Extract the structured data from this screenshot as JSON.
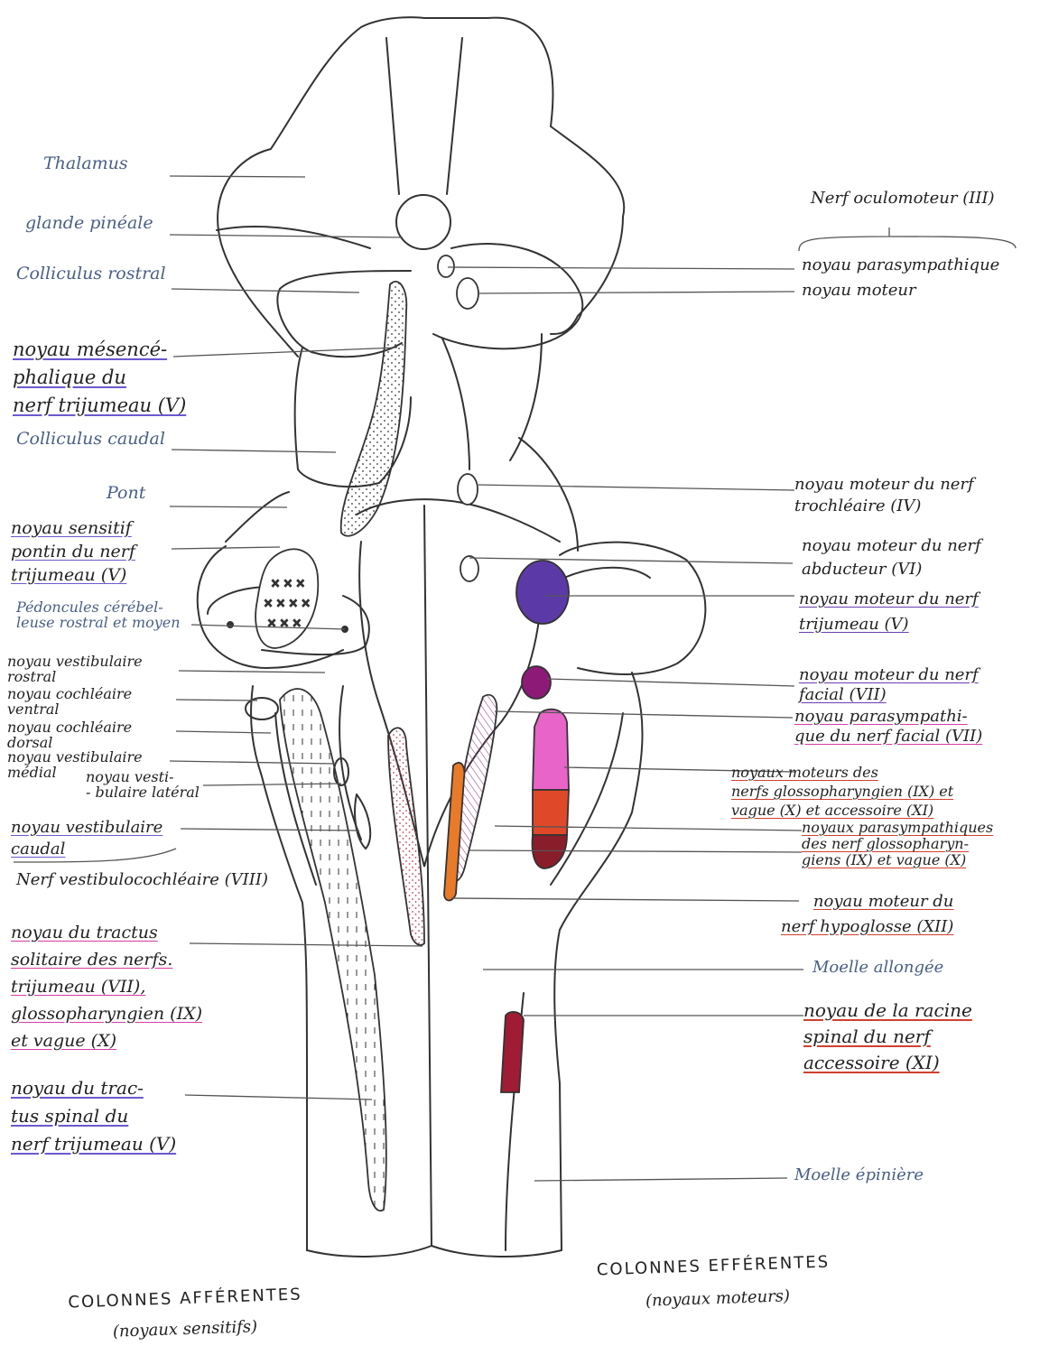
{
  "labels_left": {
    "thalamus": "Thalamus",
    "glande_pineale": "glande pinéale",
    "colliculus_rostral": "Colliculus rostral",
    "mesencephalique": "noyau mésencé-\nphalique du\nnerf trijumeau (V)",
    "colliculus_caudal": "Colliculus caudal",
    "pont": "Pont",
    "sensitif_pontin": "noyau sensitif\npontin du nerf\ntrijumeau (V)",
    "pedoncules": "Pédoncules cérébel-\nleuse rostral et moyen",
    "vestibulaire_rostral": "noyau vestibulaire\nrostral",
    "cochleaire_ventral": "noyau cochléaire\nventral",
    "cochleaire_dorsal": "noyau cochléaire\ndorsal",
    "vestibulaire_medial": "noyau vestibulaire\nmédial",
    "vestibulaire_lateral": "noyau vesti-\n- bulaire latéral",
    "vestibulaire_caudal": "noyau vestibulaire\ncaudal",
    "nerf_vestibulo": "Nerf vestibulocochléaire (VIII)",
    "tractus_solitaire": "noyau du tractus\nsolitaire des nerfs.\ntrijumeau (VII),\nglossopharyngien (IX)\net vague (X)",
    "tractus_spinal": "noyau du trac-\ntus spinal du\nnerf trijumeau (V)"
  },
  "labels_right": {
    "nerf_oculomoteur": "Nerf oculomoteur (III)",
    "parasympathique": "noyau parasympathique",
    "moteur": "noyau moteur",
    "trochleaire": "noyau moteur du nerf\ntrochléaire (IV)",
    "abducteur": "noyau moteur du nerf\nabducteur (VI)",
    "moteur_trijumeau": "noyau moteur du nerf\ntrijumeau (V)",
    "moteur_facial": "noyau moteur du nerf\nfacial (VII)",
    "parasym_facial": "noyau parasympathi-\nque du nerf facial (VII)",
    "moteurs_glosso": "noyaux moteurs des\nnerfs glossopharyngien (IX) et\nvague (X) et accessoire (XI)",
    "parasym_glosso": "noyaux parasympathiques\ndes nerf glossopharyn-\ngiens (IX) et vague (X)",
    "hypoglosse": "noyau moteur du\nnerf hypoglosse (XII)",
    "moelle_allongee": "Moelle allongée",
    "racine_spinale": "noyau de la racine\nspinal du nerf\naccessoire (XI)",
    "moelle_epiniere": "Moelle épinière"
  },
  "captions": {
    "afferent_title": "COLONNES AFFÉRENTES",
    "afferent_sub": "(noyaux sensitifs)",
    "efferent_title": "COLONNES EFFÉRENTES",
    "efferent_sub": "(noyaux moteurs)"
  },
  "colors": {
    "outline": "#333333",
    "leader": "#555555",
    "trijumeau_moteur": "#5b3aa8",
    "facial_moteur": "#8e1a78",
    "glosso_pink": "#e864c8",
    "glosso_red": "#e0482a",
    "glosso_dark": "#8a1d2a",
    "hypoglosse": "#e87a2a",
    "racine_spinale": "#a01c34",
    "blue_label": "#4a5f86"
  }
}
